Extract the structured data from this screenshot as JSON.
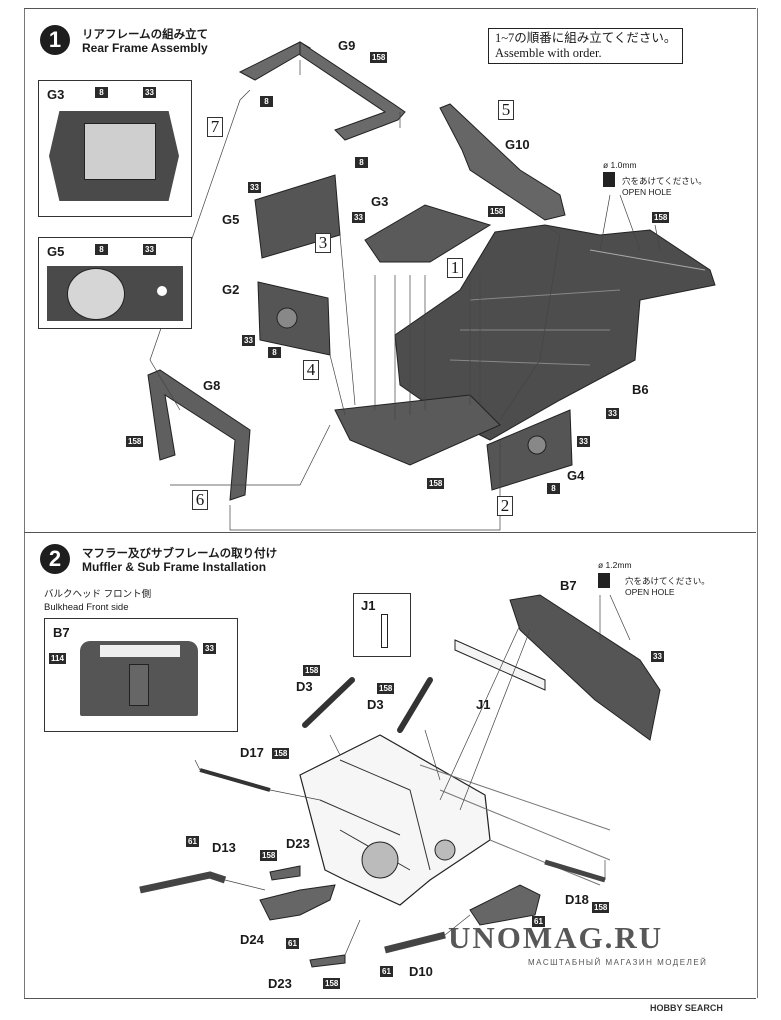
{
  "step1": {
    "number": "1",
    "title_jp": "リアフレームの組み立て",
    "title_en": "Rear Frame Assembly",
    "note_jp": "1~7の順番に組み立てください。",
    "note_en": "Assemble with order.",
    "drill_size": "ø 1.0mm",
    "drill_jp": "穴をあけてください。",
    "drill_en": "OPEN HOLE",
    "inset_g3": {
      "label": "G3",
      "color_a": "8",
      "color_b": "33"
    },
    "inset_g5": {
      "label": "G5",
      "color_a": "8",
      "color_b": "33"
    },
    "parts": {
      "g9": "G9",
      "g9_color": "158",
      "g9_c1": "8",
      "g9_c2": "8",
      "g10": "G10",
      "g10_color": "158",
      "g3": "G3",
      "g3_color": "33",
      "g5": "G5",
      "g5_color": "33",
      "g2": "G2",
      "g2_c1": "33",
      "g2_c2": "8",
      "g8": "G8",
      "g8_color": "158",
      "b6": "B6",
      "b6_color": "33",
      "b6_c2": "158",
      "g4": "G4",
      "g4_c1": "33",
      "g4_c2": "8",
      "floor_color": "158"
    },
    "sequence": [
      "1",
      "2",
      "3",
      "4",
      "5",
      "6",
      "7"
    ]
  },
  "step2": {
    "number": "2",
    "title_jp": "マフラー及びサブフレームの取り付け",
    "title_en": "Muffler & Sub Frame Installation",
    "bulkhead_jp": "バルクヘッド フロント側",
    "bulkhead_en": "Bulkhead Front side",
    "drill_size": "ø 1.2mm",
    "drill_jp": "穴をあけてください。",
    "drill_en": "OPEN HOLE",
    "inset_b7": {
      "label": "B7",
      "color_a": "114",
      "color_b": "33"
    },
    "parts": {
      "j1": "J1",
      "b7": "B7",
      "b7_color": "33",
      "d3": "D3",
      "d3_color": "158",
      "d17": "D17",
      "d17_color": "158",
      "d13": "D13",
      "d13_color": "61",
      "d23": "D23",
      "d23_color": "158",
      "d24": "D24",
      "d24_color": "61",
      "d18": "D18",
      "d18_color": "158",
      "d10": "D10",
      "d10_color": "61",
      "d_extra_color": "61"
    }
  },
  "watermark": {
    "text": "UNOMAG.RU",
    "sub": "МАСШТАБНЫЙ МАГАЗИН МОДЕЛЕЙ"
  },
  "credit": "HOBBY SEARCH"
}
